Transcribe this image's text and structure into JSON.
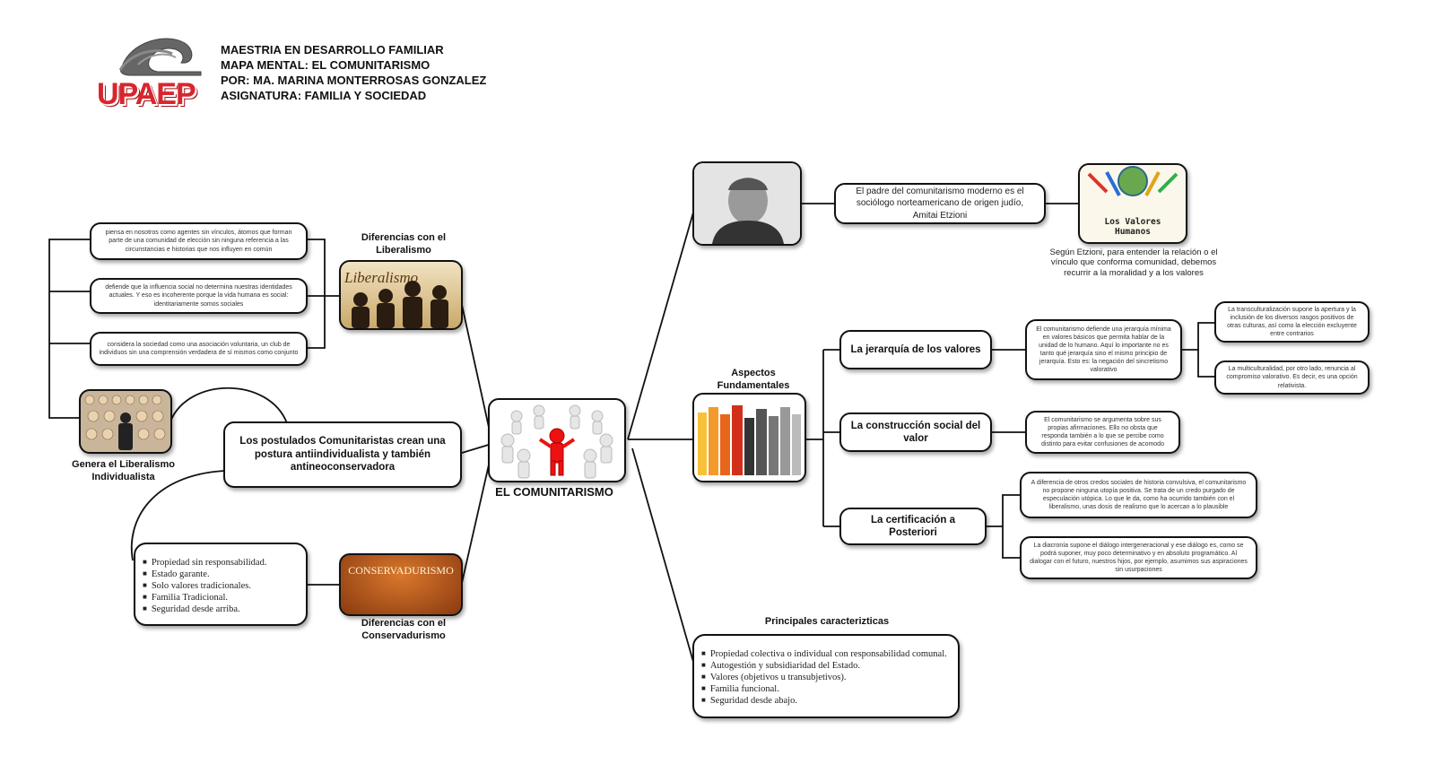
{
  "header": {
    "logo_text": "UPAEP",
    "line1": "MAESTRIA EN DESARROLLO FAMILIAR",
    "line2": "MAPA MENTAL: EL COMUNITARISMO",
    "line3": "POR: MA. MARINA MONTERROSAS GONZALEZ",
    "line4": "ASIGNATURA: FAMILIA Y SOCIEDAD"
  },
  "center": {
    "label": "EL COMUNITARISMO"
  },
  "left": {
    "liberalismo_title": "Diferencias con el Liberalismo",
    "liberalismo_image_text": "Liberalismo",
    "lib_points": [
      "piensa en nosotros como agentes sin vínculos, átomos que forman parte de una comunidad de elección sin ninguna referencia a las circunstancias e historias que nos influyen en común",
      "defiende que la influencia social no determina nuestras identidades actuales. Y eso es incoherente porque la vida humana es social: identitariamente somos sociales",
      "considera la sociedad como una asociación voluntaria, un club de individuos sin una comprensión verdadera de sí mismos como conjunto"
    ],
    "individualista_label": "Genera el Liberalismo Individualista",
    "postulados": "Los postulados Comunitaristas crean una postura antiindividualista y también antineoconservadora",
    "conserv_image_text": "CONSERVADURISMO",
    "conserv_title": "Diferencias con el Conservadurismo",
    "conserv_items": [
      "Propiedad sin responsabilidad.",
      "Estado garante.",
      "Solo valores tradicionales.",
      "Familia Tradicional.",
      "Seguridad desde arriba."
    ]
  },
  "right": {
    "etzioni_text": "El padre del comunitarismo moderno es el sociólogo norteamericano de origen judío, Amitai Etzioni",
    "valores_image_text": "Los Valores Humanos",
    "valores_caption": "Según Etzioni, para entender la relación o el vínculo que conforma comunidad, debemos recurrir a la moralidad y a los valores",
    "aspectos_title": "Aspectos Fundamentales",
    "jerarquia": {
      "label": "La jerarquía de los valores",
      "desc": "El comunitarismo defiende una jerarquía mínima en valores básicos que permita hablar de la unidad de lo humano. Aquí lo importante no es tanto qué jerarquía sino el mismo principio de jerarquía. Esto es: la negación del sincretismo valorativo",
      "sub1": "La transculturalización supone la apertura y la inclusión de los diversos rasgos positivos de otras culturas, así como la elección excluyente entre contrarios",
      "sub2": "La multiculturalidad, por otro lado, renuncia al compromiso valorativo. Es decir, es una opción relativista."
    },
    "construccion": {
      "label": "La construcción social del valor",
      "desc": "El comunitarismo se argumenta sobre sus propias afirmaciones. Ello no obsta que responda también a lo que se percibe como distinto para evitar confusiones de acomodo"
    },
    "certificacion": {
      "label": "La certificación a Posteriori",
      "desc1": "A diferencia de otros credos sociales de historia convulsiva, el comunitarismo no propone ninguna utopía positiva. Se trata de un credo purgado de especulación utópica. Lo que le da, como ha ocurrido también con el liberalismo, unas dosis de realismo que lo acercan a lo plausible",
      "desc2": "La diacronía supone el diálogo intergeneracional y ese diálogo es, como se podrá suponer, muy poco determinativo y en absoluto programático. Al dialogar con el futuro, nuestros hijos, por ejemplo, asumimos sus aspiraciones sin usurpaciones"
    },
    "principales_title": "Principales caracterizticas",
    "principales_items": [
      "Propiedad colectiva o individual con responsabilidad comunal.",
      "Autogestión y subsidiaridad del Estado.",
      "Valores (objetivos u transubjetivos).",
      "Familia funcional.",
      "Seguridad desde abajo."
    ]
  },
  "colors": {
    "logo_red": "#d7262e",
    "line": "#111111",
    "conserv_bg": "#b8541c"
  }
}
